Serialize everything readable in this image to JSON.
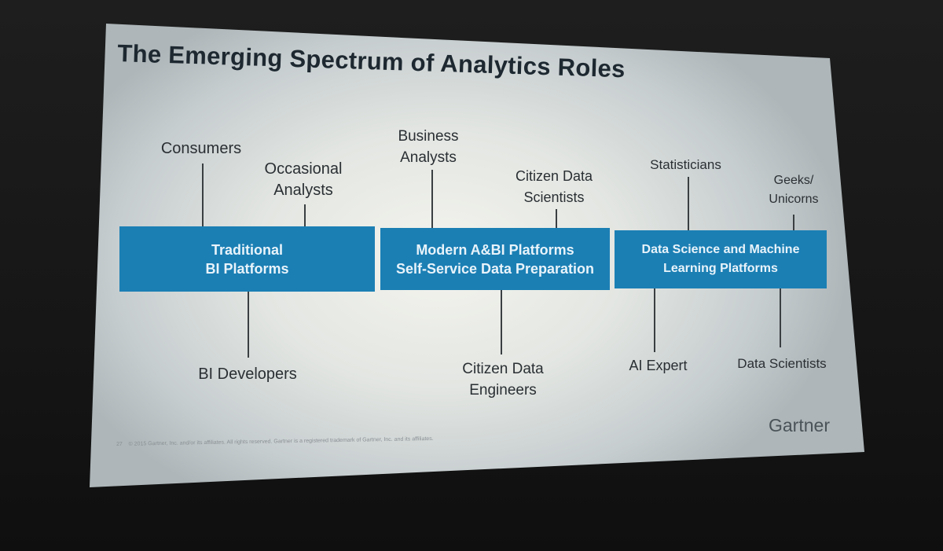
{
  "slide": {
    "title": "The Emerging Spectrum of Analytics Roles",
    "platforms": [
      {
        "label": "Traditional\nBI Platforms"
      },
      {
        "label": "Modern A&BI Platforms\nSelf-Service Data Preparation"
      },
      {
        "label": "Data Science and Machine\nLearning Platforms"
      }
    ],
    "roles_above": [
      "Consumers",
      "Occasional\nAnalysts",
      "Business\nAnalysts",
      "Citizen Data\nScientists",
      "Statisticians",
      "Geeks/\nUnicorns"
    ],
    "roles_below": [
      "BI Developers",
      "Citizen Data\nEngineers",
      "AI Expert",
      "Data Scientists"
    ],
    "logo": "Gartner",
    "page_number": "27",
    "footer": "© 2015 Gartner, Inc. and/or its affiliates. All rights reserved. Gartner is a registered trademark of Gartner, Inc. and its affiliates.",
    "colors": {
      "box": "#1b7fb4",
      "box_text": "#e8f3fa",
      "title": "#1d2830"
    }
  }
}
